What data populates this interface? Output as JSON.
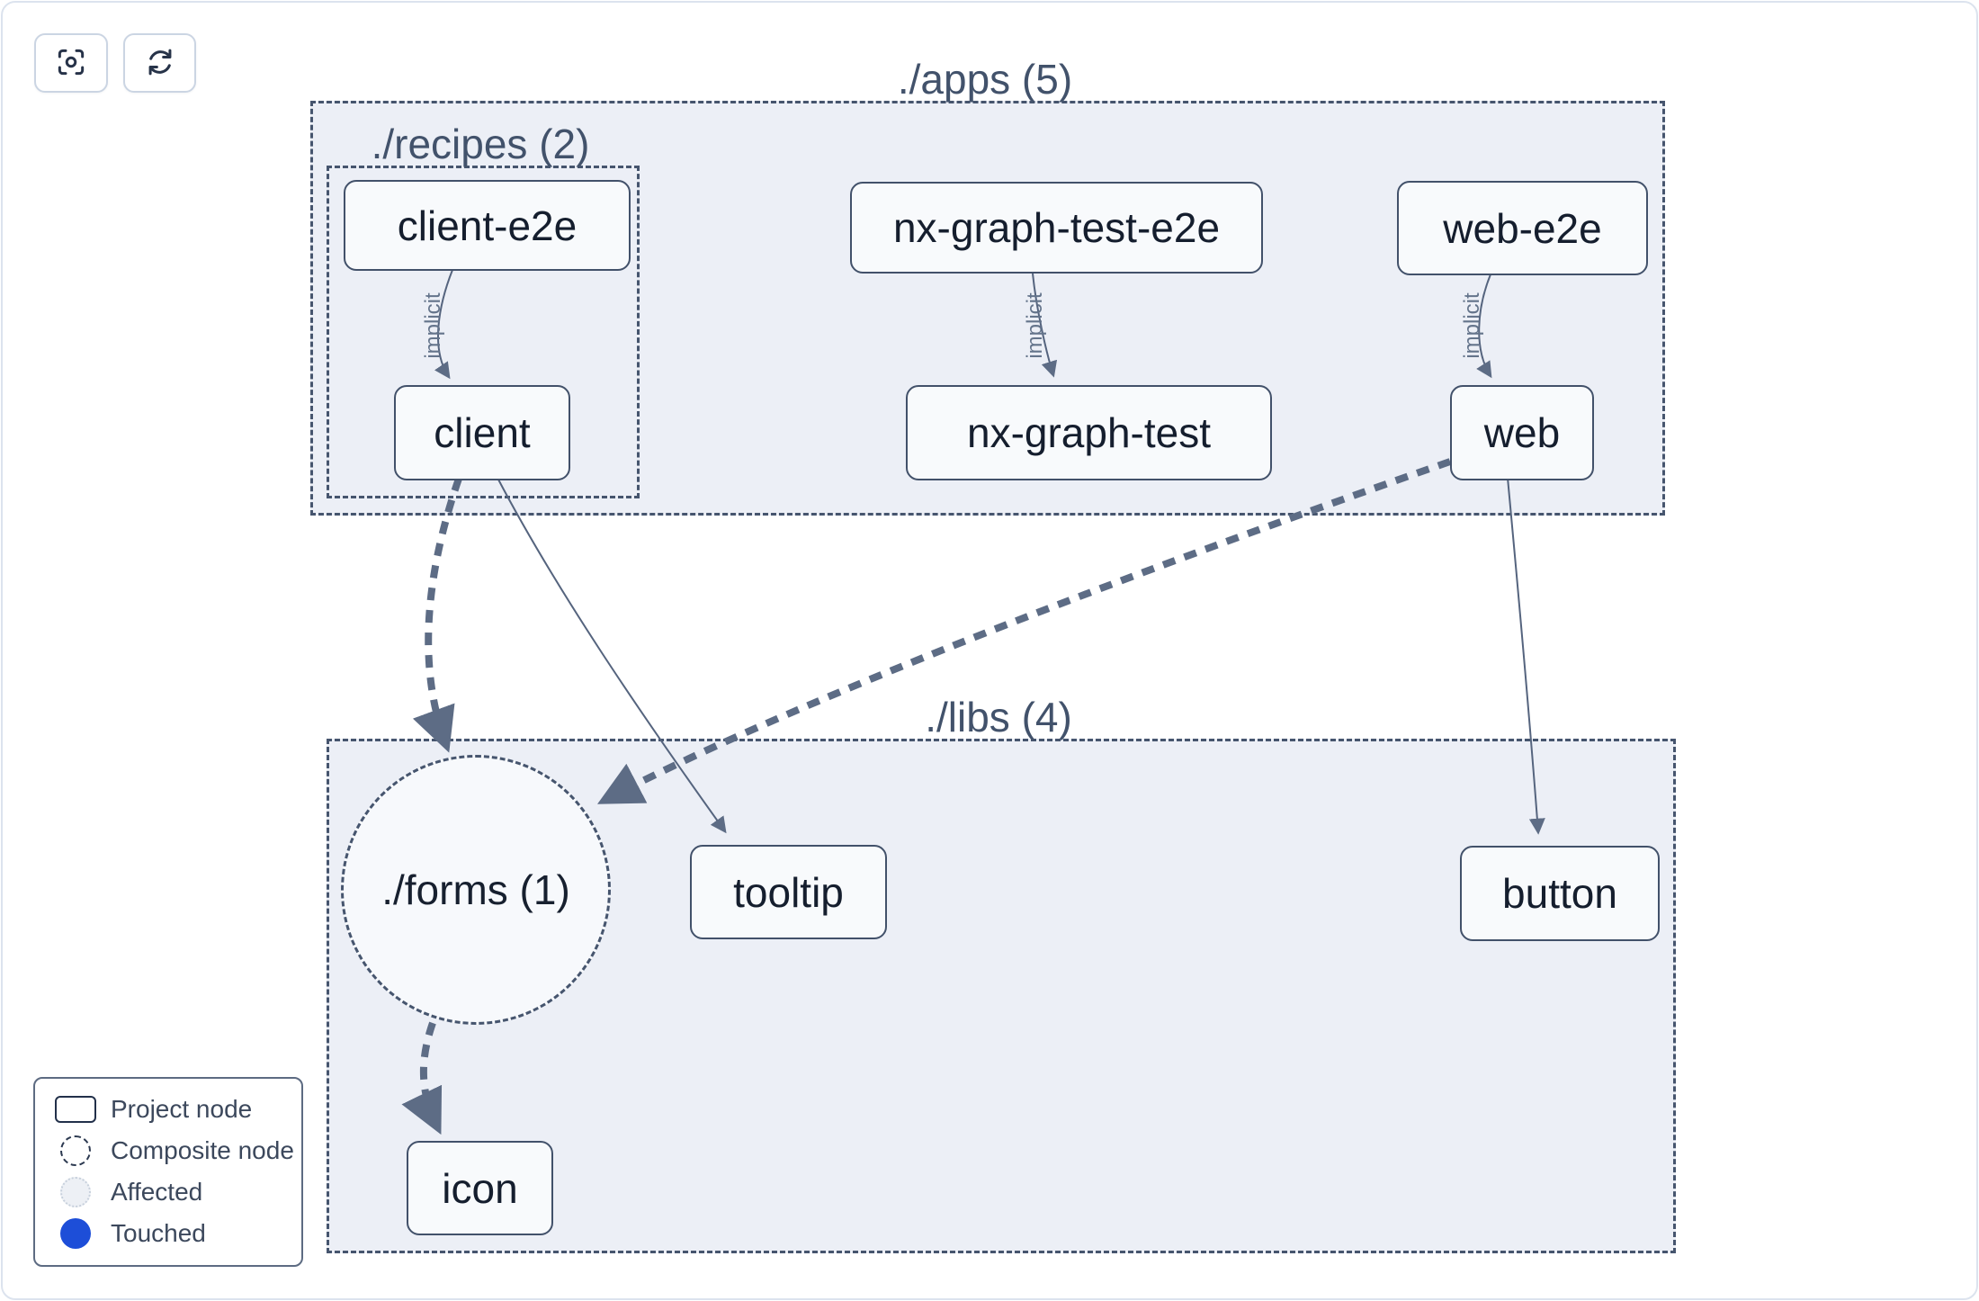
{
  "toolbar": {
    "buttons": [
      {
        "name": "focus",
        "icon": "viewfinder-icon"
      },
      {
        "name": "refresh",
        "icon": "refresh-icon"
      }
    ]
  },
  "graph": {
    "groups": [
      {
        "id": "apps",
        "label": "./apps (5)"
      },
      {
        "id": "recipes",
        "label": "./recipes (2)"
      },
      {
        "id": "libs",
        "label": "./libs (4)"
      }
    ],
    "composite_nodes": [
      {
        "id": "forms",
        "label": "./forms (1)"
      }
    ],
    "nodes": [
      {
        "id": "client-e2e",
        "label": "client-e2e",
        "group": "recipes"
      },
      {
        "id": "nx-graph-test-e2e",
        "label": "nx-graph-test-e2e",
        "group": "apps"
      },
      {
        "id": "web-e2e",
        "label": "web-e2e",
        "group": "apps"
      },
      {
        "id": "client",
        "label": "client",
        "group": "recipes"
      },
      {
        "id": "nx-graph-test",
        "label": "nx-graph-test",
        "group": "apps"
      },
      {
        "id": "web",
        "label": "web",
        "group": "apps"
      },
      {
        "id": "tooltip",
        "label": "tooltip",
        "group": "libs"
      },
      {
        "id": "button",
        "label": "button",
        "group": "libs"
      },
      {
        "id": "icon",
        "label": "icon",
        "group": "libs"
      }
    ],
    "edges": [
      {
        "from": "client-e2e",
        "to": "client",
        "label": "implicit",
        "style": "implicit"
      },
      {
        "from": "nx-graph-test-e2e",
        "to": "nx-graph-test",
        "label": "implicit",
        "style": "implicit"
      },
      {
        "from": "web-e2e",
        "to": "web",
        "label": "implicit",
        "style": "implicit"
      },
      {
        "from": "client",
        "to": "forms",
        "style": "thick-dashed"
      },
      {
        "from": "web",
        "to": "forms",
        "style": "thick-dashed"
      },
      {
        "from": "forms",
        "to": "icon",
        "style": "thick-dashed"
      },
      {
        "from": "client",
        "to": "tooltip",
        "style": "solid"
      },
      {
        "from": "web",
        "to": "button",
        "style": "solid"
      }
    ]
  },
  "legend": {
    "items": [
      {
        "label": "Project node",
        "swatch": "project-node"
      },
      {
        "label": "Composite node",
        "swatch": "composite-node"
      },
      {
        "label": "Affected",
        "swatch": "affected"
      },
      {
        "label": "Touched",
        "swatch": "touched"
      }
    ]
  },
  "colors": {
    "touched_blue": "#1d4ed8",
    "container_fill": "#eceff6",
    "dashed_border": "#46556e",
    "node_border": "#42516a",
    "edge": "#5d6c85",
    "title_text": "#42526b"
  }
}
